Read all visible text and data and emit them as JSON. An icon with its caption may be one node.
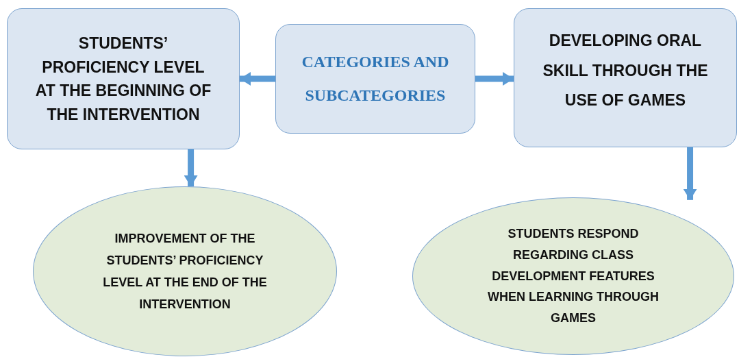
{
  "diagram": {
    "nodes": [
      {
        "text": [
          "STUDENTS’ PROFICIENCY LEVEL AT THE BEGINNING OF THE INTERVENTION"
        ]
      },
      {
        "text": [
          "CATEGORIES AND SUBCATEGORIES"
        ]
      },
      {
        "text": [
          "DEVELOPING ORAL SKILL THROUGH THE USE OF GAMES"
        ]
      },
      {
        "text": [
          "IMPROVEMENT OF THE STUDENTS’ PROFICIENCY LEVEL AT THE END OF THE INTERVENTION"
        ]
      },
      {
        "text": [
          "STUDENTS RESPOND REGARDING CLASS DEVELOPMENT FEATURES WHEN LEARNING THROUGH GAMES"
        ]
      }
    ],
    "edges": [
      {
        "from": 1,
        "to": 0,
        "arrow": "to"
      },
      {
        "from": 1,
        "to": 2,
        "arrow": "to"
      },
      {
        "from": 0,
        "to": 3,
        "arrow": "to"
      },
      {
        "from": 2,
        "to": 4,
        "arrow": "to"
      }
    ]
  }
}
